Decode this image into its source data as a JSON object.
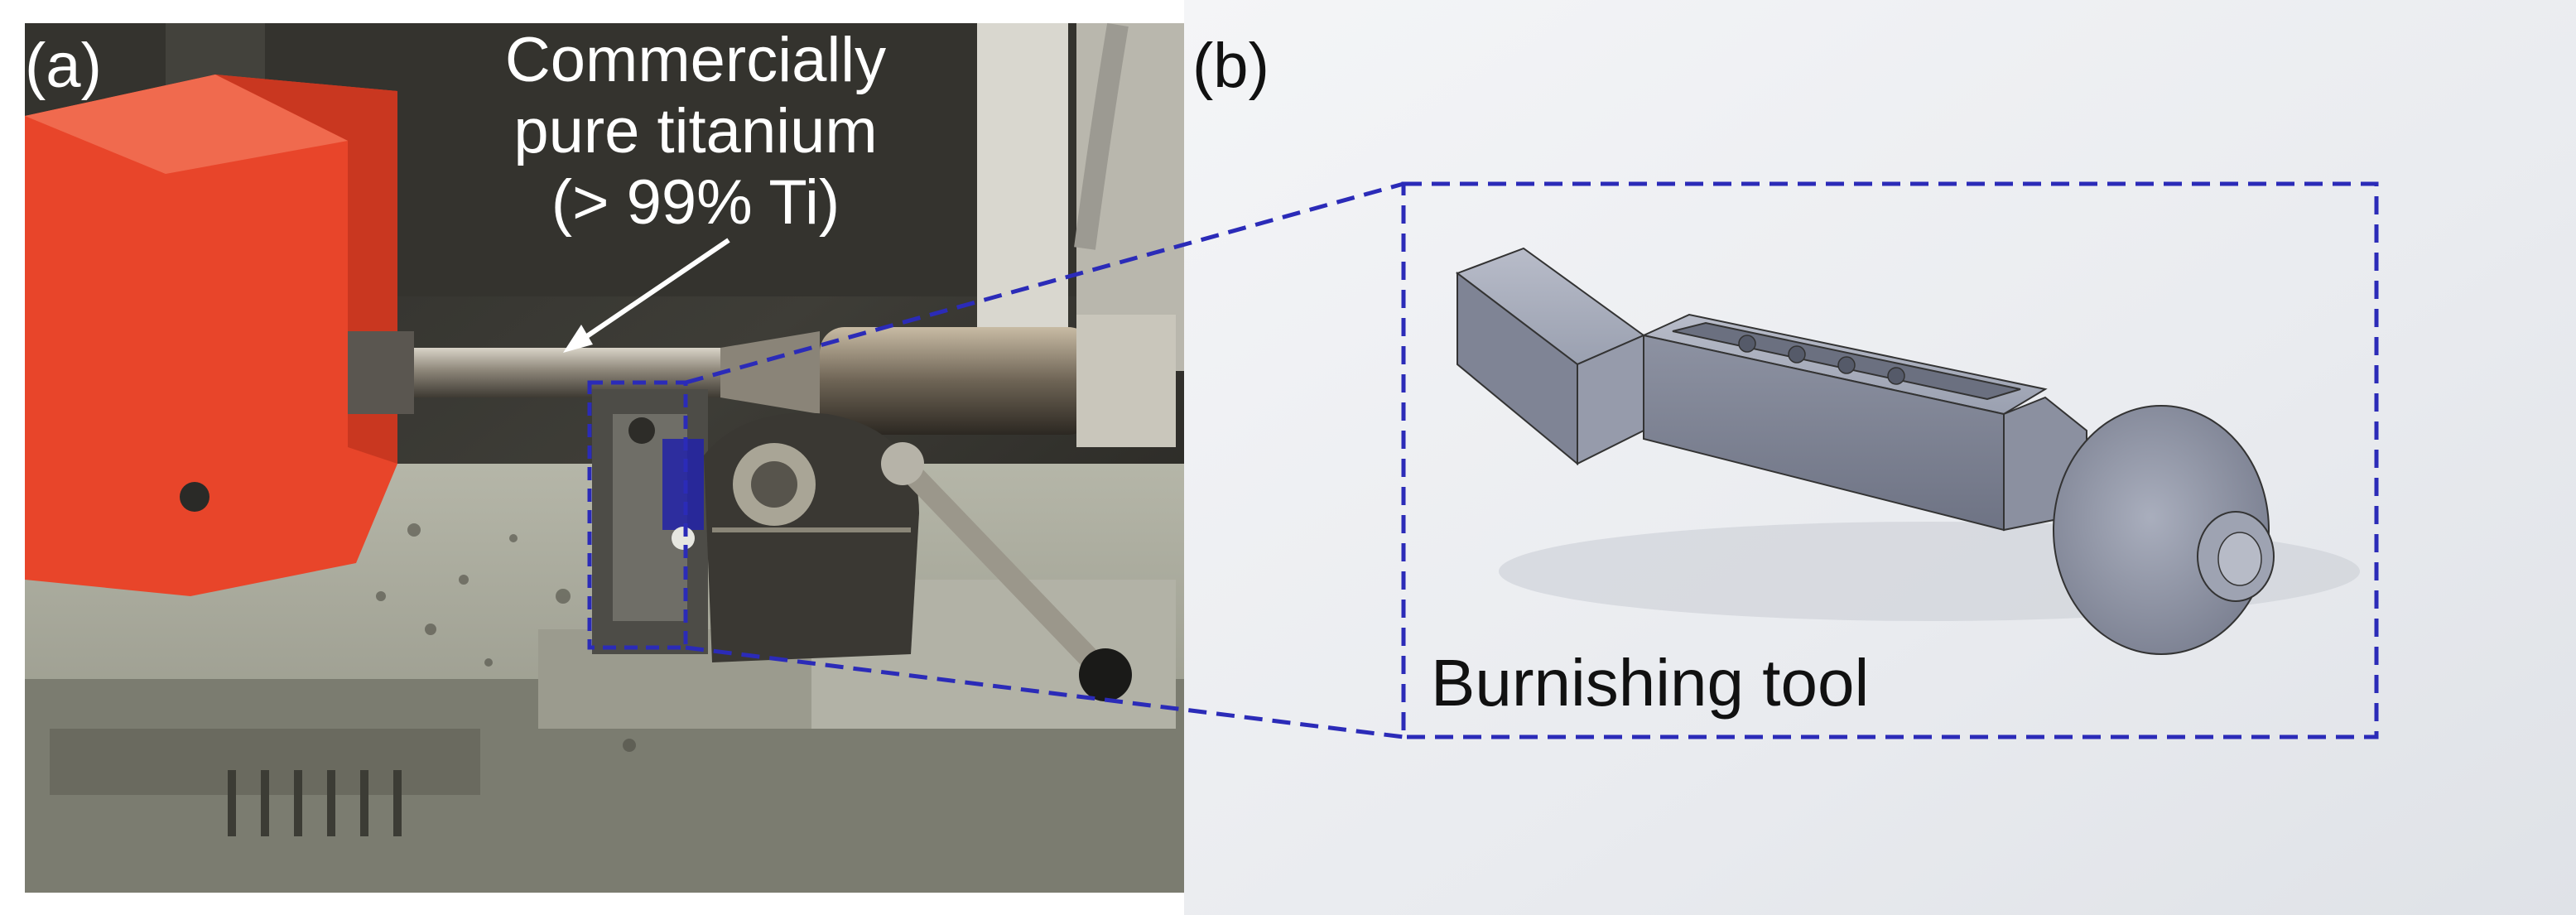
{
  "figure": {
    "panel_a": {
      "letter": "(a)",
      "material_label": {
        "line1": "Commercially",
        "line2": "pure titanium",
        "line3": "(> 99% Ti)"
      }
    },
    "panel_b": {
      "letter": "(b)",
      "caption": "Burnishing tool"
    }
  },
  "colors": {
    "dashed_box": "#2b2bb8",
    "guard_red": "#e8452a",
    "label_white": "#ffffff",
    "tool_gray": "#8a8f9e"
  }
}
